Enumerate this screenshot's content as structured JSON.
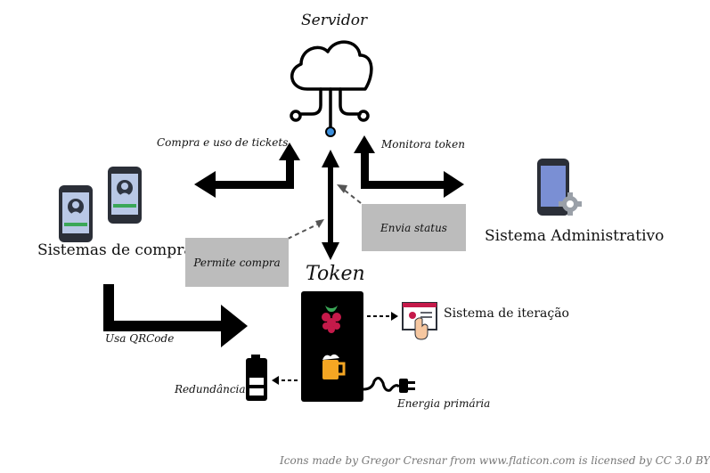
{
  "labels": {
    "server": "Servidor",
    "token": "Token",
    "purchase_systems": "Sistemas de compra",
    "admin_system": "Sistema Administrativo",
    "interaction_system": "Sistema de iteração",
    "buy_use_tickets": "Compra e uso de tickets",
    "monitor_token": "Monitora token",
    "send_status": "Envia status",
    "allow_purchase": "Permite compra",
    "use_qrcode": "Usa QRCode",
    "redundancy": "Redundância",
    "primary_power": "Energia primária"
  },
  "credit": "Icons made by Gregor Cresnar from www.flaticon.com is licensed by CC 3.0 BY",
  "colors": {
    "arrow": "#000000",
    "box": "#bcbcbc",
    "phone_screen": "#b9c8e6",
    "admin_phone": "#7a8fd4",
    "token_device": "#000000",
    "raspberry": "#c51a4a",
    "beer": "#f5a623"
  },
  "icons": [
    "cloud-network-icon",
    "smartphone-icon",
    "raspberry-pi-icon",
    "beer-icon",
    "battery-icon",
    "power-plug-icon",
    "certificate-icon"
  ]
}
